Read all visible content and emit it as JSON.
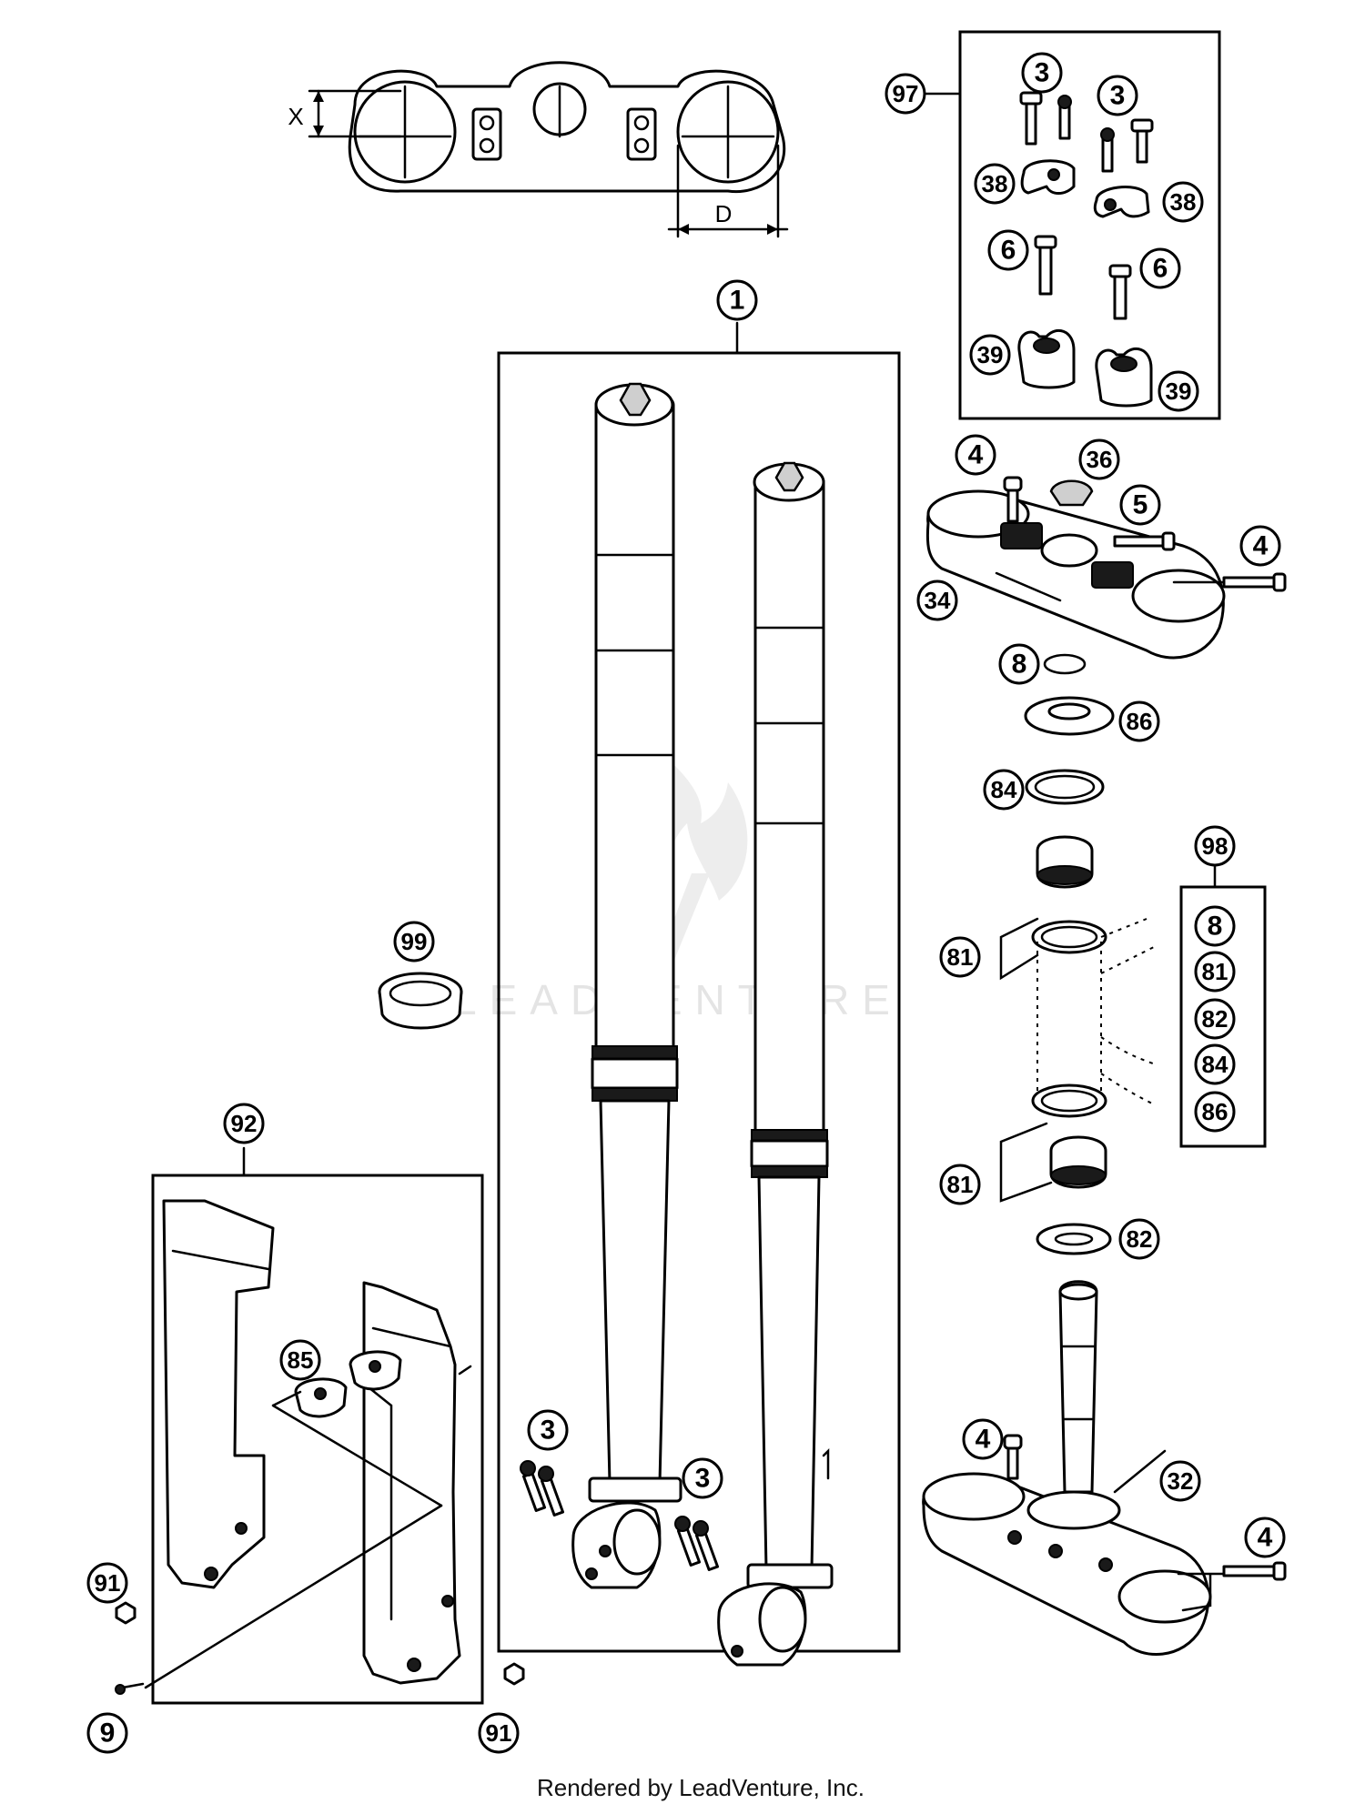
{
  "diagram": {
    "watermark": "LEADVENTURE",
    "footer": "Rendered by LeadVenture, Inc.",
    "dimension_labels": {
      "x": "X",
      "d": "D"
    },
    "callouts": [
      {
        "id": "c-1",
        "label": "1"
      },
      {
        "id": "c-97",
        "label": "97"
      },
      {
        "id": "c-3a",
        "label": "3"
      },
      {
        "id": "c-3b",
        "label": "3"
      },
      {
        "id": "c-38a",
        "label": "38"
      },
      {
        "id": "c-38b",
        "label": "38"
      },
      {
        "id": "c-6a",
        "label": "6"
      },
      {
        "id": "c-6b",
        "label": "6"
      },
      {
        "id": "c-39a",
        "label": "39"
      },
      {
        "id": "c-39b",
        "label": "39"
      },
      {
        "id": "c-4a",
        "label": "4"
      },
      {
        "id": "c-36",
        "label": "36"
      },
      {
        "id": "c-5",
        "label": "5"
      },
      {
        "id": "c-4b",
        "label": "4"
      },
      {
        "id": "c-34",
        "label": "34"
      },
      {
        "id": "c-8",
        "label": "8"
      },
      {
        "id": "c-86",
        "label": "86"
      },
      {
        "id": "c-84",
        "label": "84"
      },
      {
        "id": "c-98",
        "label": "98"
      },
      {
        "id": "c-98-8",
        "label": "8"
      },
      {
        "id": "c-98-81",
        "label": "81"
      },
      {
        "id": "c-98-82",
        "label": "82"
      },
      {
        "id": "c-98-84",
        "label": "84"
      },
      {
        "id": "c-98-86",
        "label": "86"
      },
      {
        "id": "c-81a",
        "label": "81"
      },
      {
        "id": "c-81b",
        "label": "81"
      },
      {
        "id": "c-82",
        "label": "82"
      },
      {
        "id": "c-99",
        "label": "99"
      },
      {
        "id": "c-92",
        "label": "92"
      },
      {
        "id": "c-85",
        "label": "85"
      },
      {
        "id": "c-3c",
        "label": "3"
      },
      {
        "id": "c-3d",
        "label": "3"
      },
      {
        "id": "c-4c",
        "label": "4"
      },
      {
        "id": "c-32",
        "label": "32"
      },
      {
        "id": "c-4d",
        "label": "4"
      },
      {
        "id": "c-91a",
        "label": "91"
      },
      {
        "id": "c-9",
        "label": "9"
      },
      {
        "id": "c-91b",
        "label": "91"
      }
    ]
  }
}
